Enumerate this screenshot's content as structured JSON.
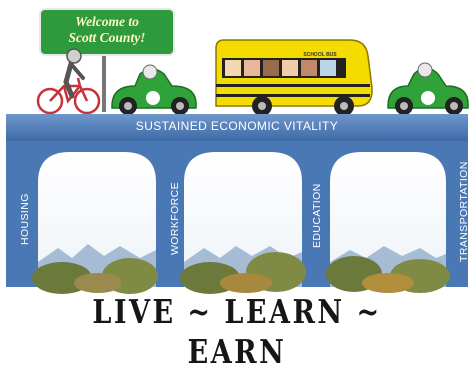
{
  "sign": {
    "line1": "Welcome to",
    "line2": "Scott County!"
  },
  "bus": {
    "label": "SCHOOL BUS"
  },
  "bridge": {
    "deck_label": "SUSTAINED ECONOMIC VITALITY",
    "pillars": [
      "HOUSING",
      "WORKFORCE",
      "EDUCATION",
      "TRANSPORTATION"
    ]
  },
  "slogan": "LIVE ~ LEARN ~ EARN",
  "colors": {
    "sign_green": "#2e9a3e",
    "bridge_blue": "#4a78b5",
    "car_green": "#2fa23a",
    "bus_yellow": "#f5dc00",
    "bike_red": "#c8323a"
  }
}
